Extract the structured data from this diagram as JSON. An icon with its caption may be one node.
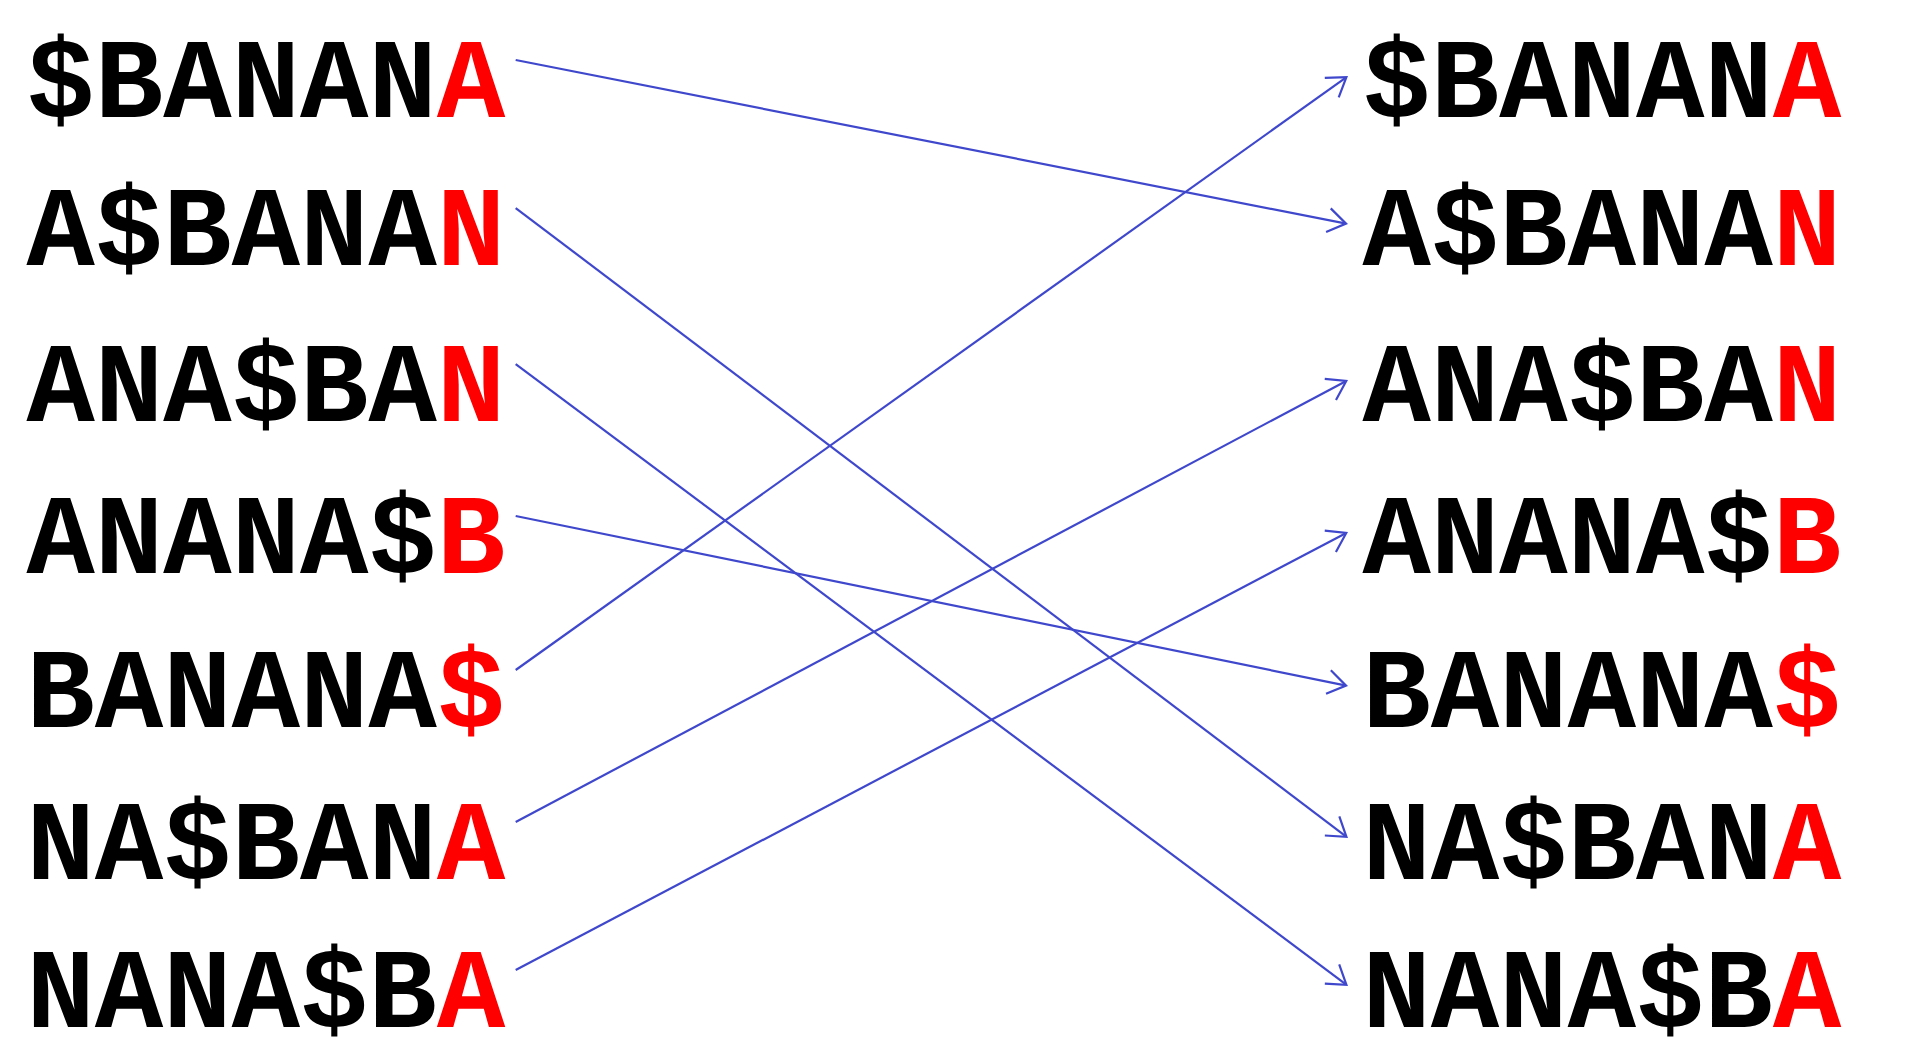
{
  "diagram": {
    "nodes": [
      {
        "text": [
          "$BANAN",
          "A"
        ]
      },
      {
        "text": [
          "A$BANA",
          "N"
        ]
      },
      {
        "text": [
          "ANA$BA",
          "N"
        ]
      },
      {
        "text": [
          "ANANA$",
          "B"
        ]
      },
      {
        "text": [
          "BANANA",
          "$"
        ]
      },
      {
        "text": [
          "NA$BAN",
          "A"
        ]
      },
      {
        "text": [
          "NANA$B",
          "A"
        ]
      },
      {
        "text": [
          "$BANAN",
          "A"
        ]
      },
      {
        "text": [
          "A$BANA",
          "N"
        ]
      },
      {
        "text": [
          "ANA$BA",
          "N"
        ]
      },
      {
        "text": [
          "ANANA$",
          "B"
        ]
      },
      {
        "text": [
          "BANANA",
          "$"
        ]
      },
      {
        "text": [
          "NA$BAN",
          "A"
        ]
      },
      {
        "text": [
          "NANA$B",
          "A"
        ]
      }
    ],
    "edges": [
      {
        "from": 0,
        "to": 8,
        "arrow": "to"
      },
      {
        "from": 1,
        "to": 12,
        "arrow": "to"
      },
      {
        "from": 2,
        "to": 13,
        "arrow": "to"
      },
      {
        "from": 3,
        "to": 11,
        "arrow": "to"
      },
      {
        "from": 4,
        "to": 7,
        "arrow": "to"
      },
      {
        "from": 5,
        "to": 9,
        "arrow": "to"
      },
      {
        "from": 6,
        "to": 10,
        "arrow": "to"
      }
    ]
  }
}
